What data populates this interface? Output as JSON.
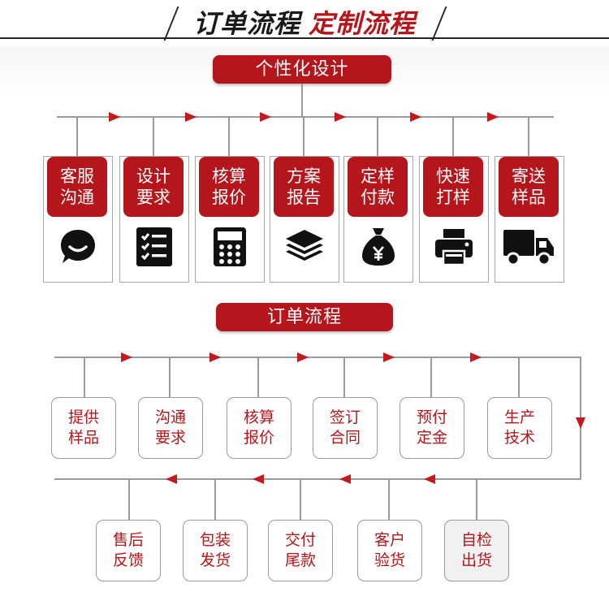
{
  "header": {
    "title_part1": "订单流程",
    "title_part2": "定制流程"
  },
  "section1": {
    "title": "个性化设计",
    "steps": [
      {
        "line1": "客服",
        "line2": "沟通",
        "icon": "chat-bubble-icon"
      },
      {
        "line1": "设计",
        "line2": "要求",
        "icon": "checklist-icon"
      },
      {
        "line1": "核算",
        "line2": "报价",
        "icon": "calculator-icon"
      },
      {
        "line1": "方案",
        "line2": "报告",
        "icon": "layers-icon"
      },
      {
        "line1": "定样",
        "line2": "付款",
        "icon": "money-bag-icon"
      },
      {
        "line1": "快速",
        "line2": "打样",
        "icon": "printer-icon"
      },
      {
        "line1": "寄送",
        "line2": "样品",
        "icon": "truck-icon"
      }
    ]
  },
  "section2": {
    "title": "订单流程",
    "row1": [
      {
        "line1": "提供",
        "line2": "样品"
      },
      {
        "line1": "沟通",
        "line2": "要求"
      },
      {
        "line1": "核算",
        "line2": "报价"
      },
      {
        "line1": "签订",
        "line2": "合同"
      },
      {
        "line1": "预付",
        "line2": "定金"
      },
      {
        "line1": "生产",
        "line2": "技术"
      }
    ],
    "row2": [
      {
        "line1": "售后",
        "line2": "反馈"
      },
      {
        "line1": "包装",
        "line2": "发货"
      },
      {
        "line1": "交付",
        "line2": "尾款"
      },
      {
        "line1": "客户",
        "line2": "验货"
      },
      {
        "line1": "自检",
        "line2": "出货"
      }
    ]
  },
  "colors": {
    "accent": "#b5161b",
    "text_dark": "#1a1a1a",
    "connector": "#9a9a9a"
  }
}
